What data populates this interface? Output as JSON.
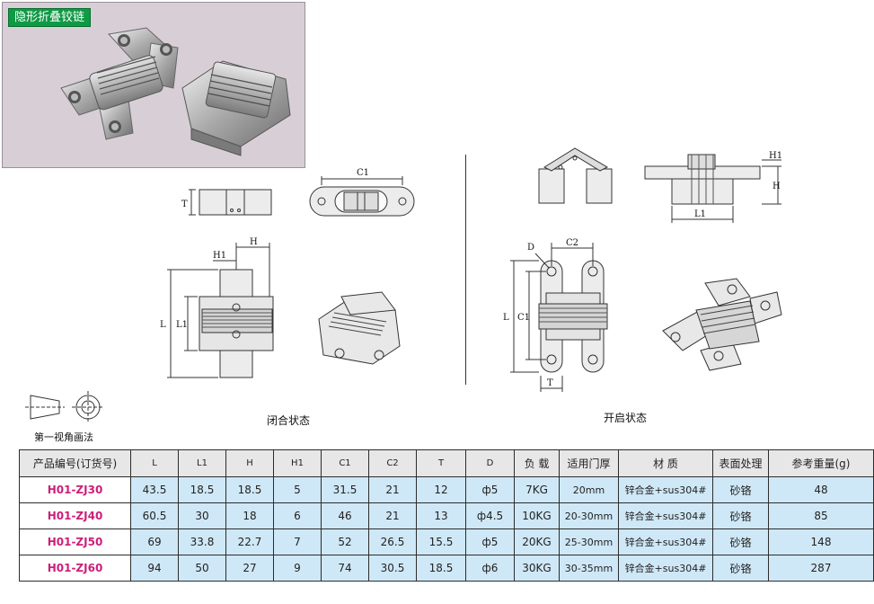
{
  "photo": {
    "title": "隐形折叠铰链"
  },
  "drawing": {
    "closed_label": "闭合状态",
    "open_label": "开启状态",
    "projection_label": "第一视角画法",
    "dims": {
      "C1": "C1",
      "C2": "C2",
      "T": "T",
      "H": "H",
      "H1": "H1",
      "L": "L",
      "L1": "L1",
      "D": "D"
    }
  },
  "table": {
    "headers": [
      "产品编号(订货号)",
      "L",
      "L1",
      "H",
      "H1",
      "C1",
      "C2",
      "T",
      "D",
      "负 载",
      "适用门厚",
      "材  质",
      "表面处理",
      "参考重量(g)"
    ],
    "rows": [
      [
        "H01-ZJ30",
        "43.5",
        "18.5",
        "18.5",
        "5",
        "31.5",
        "21",
        "12",
        "ф5",
        "7KG",
        "20mm",
        "锌合金+sus304#",
        "砂铬",
        "48"
      ],
      [
        "H01-ZJ40",
        "60.5",
        "30",
        "18",
        "6",
        "46",
        "21",
        "13",
        "ф4.5",
        "10KG",
        "20-30mm",
        "锌合金+sus304#",
        "砂铬",
        "85"
      ],
      [
        "H01-ZJ50",
        "69",
        "33.8",
        "22.7",
        "7",
        "52",
        "26.5",
        "15.5",
        "ф5",
        "20KG",
        "25-30mm",
        "锌合金+sus304#",
        "砂铬",
        "148"
      ],
      [
        "H01-ZJ60",
        "94",
        "50",
        "27",
        "9",
        "74",
        "30.5",
        "18.5",
        "ф6",
        "30KG",
        "30-35mm",
        "锌合金+sus304#",
        "砂铬",
        "287"
      ]
    ]
  },
  "colors": {
    "title_bg": "#0f9a44",
    "model_text": "#cc1f7a",
    "row_bg": "#cfe8f7",
    "header_bg": "#e7e7e7",
    "photo_bg": "#d8cfd6"
  }
}
